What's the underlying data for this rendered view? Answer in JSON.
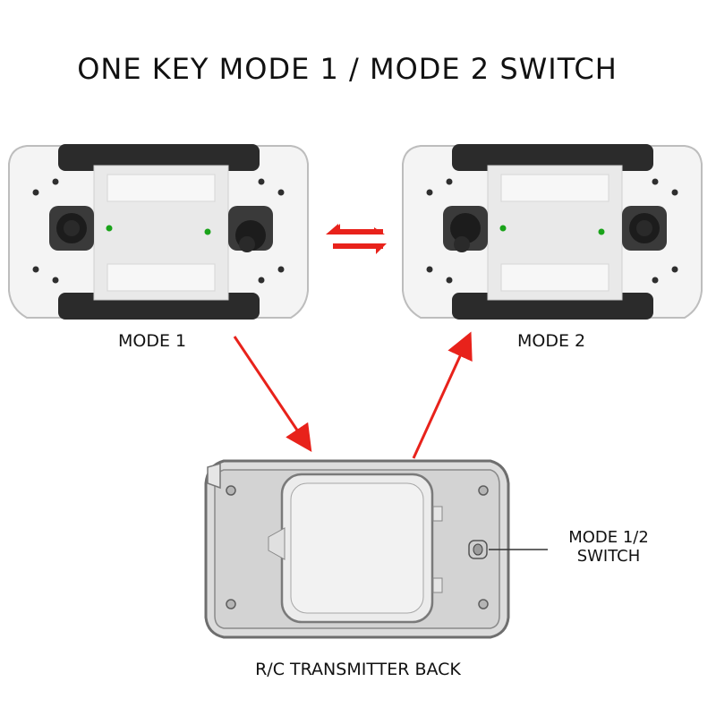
{
  "title": "ONE KEY MODE 1 / MODE 2 SWITCH",
  "mode1_label": "MODE 1",
  "mode2_label": "MODE 2",
  "back_label": "R/C TRANSMITTER BACK",
  "switch_label_line1": "MODE 1/2",
  "switch_label_line2": "SWITCH",
  "colors": {
    "arrow": "#e8221b",
    "controller_body": "#f2f2f2",
    "controller_band": "#2b2b2b",
    "back_body": "#d9d9d9",
    "led": "#1aa31a"
  },
  "icons": [
    "joystick-icon",
    "led-icon",
    "swap-arrows-icon",
    "screw-icon",
    "slide-switch-icon"
  ]
}
